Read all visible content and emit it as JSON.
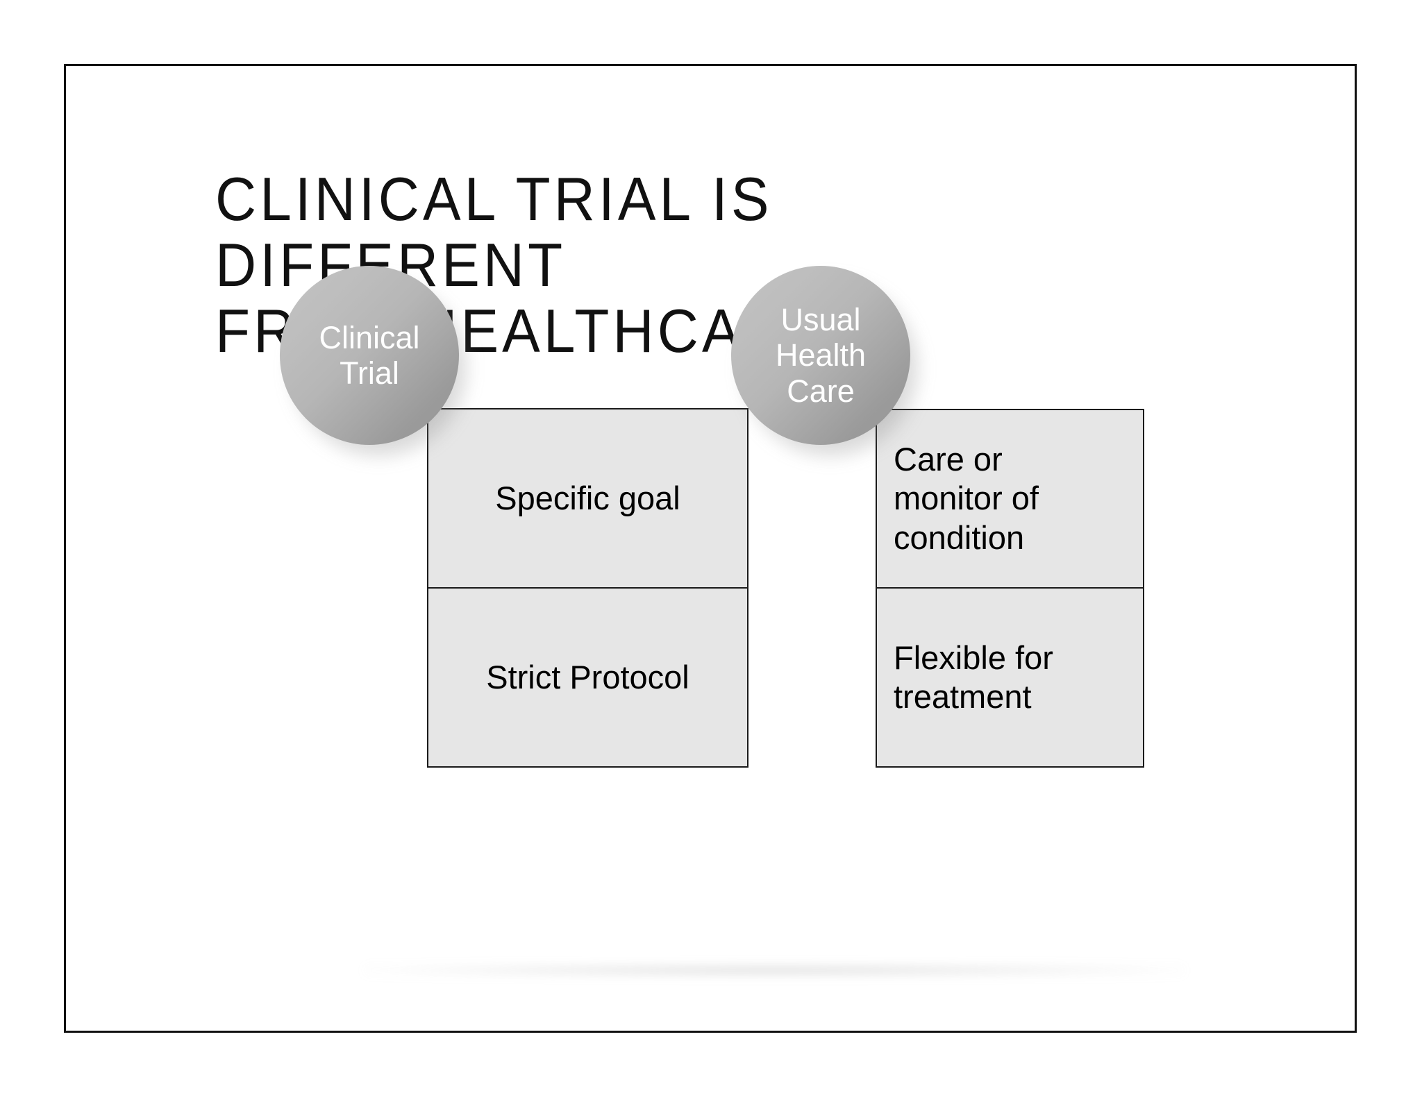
{
  "slide": {
    "title": "CLINICAL TRIAL IS DIFFERENT\nFROM HEALTHCARE",
    "background_color": "#ffffff",
    "frame_border_color": "#111111"
  },
  "palette": {
    "cell_fill": "#e6e6e6",
    "cell_border": "#1a1a1a",
    "circle_light": "#c3c3c3",
    "circle_dark": "#949494",
    "circle_text": "#ffffff",
    "body_text": "#000000"
  },
  "groups": [
    {
      "id": "clinical-trial",
      "circle_label": "Clinical\nTrial",
      "cells": [
        {
          "text": "Specific goal",
          "align": "center"
        },
        {
          "text": "Strict Protocol",
          "align": "center"
        }
      ]
    },
    {
      "id": "usual-health-care",
      "circle_label": "Usual\nHealth\nCare",
      "cells": [
        {
          "text": "Care or\nmonitor of\ncondition",
          "align": "left"
        },
        {
          "text": "Flexible for\ntreatment",
          "align": "left"
        }
      ]
    }
  ]
}
